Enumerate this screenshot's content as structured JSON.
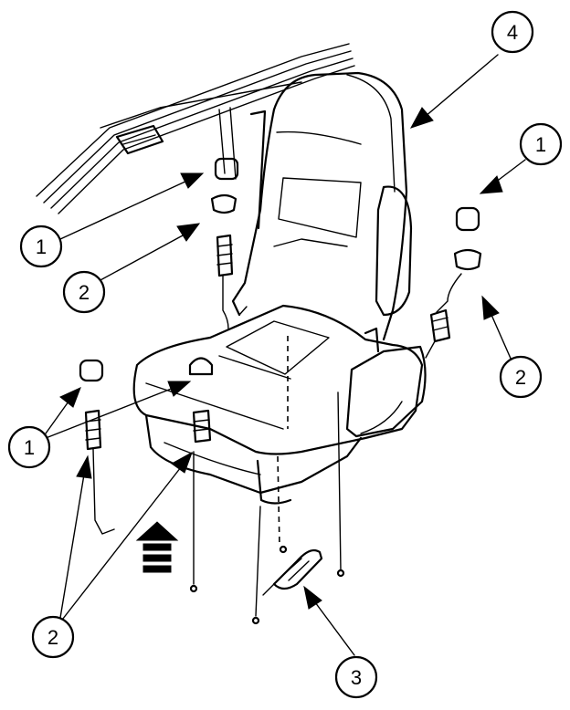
{
  "callouts": {
    "c1_top_left": "1",
    "c2_top_left": "2",
    "c1_right": "1",
    "c2_right": "2",
    "c1_bottom_left": "1",
    "c2_bottom_left": "2",
    "c3_bottom": "3",
    "c4_top": "4"
  },
  "icons": {
    "front_arrow": "front-direction-arrow-icon"
  }
}
